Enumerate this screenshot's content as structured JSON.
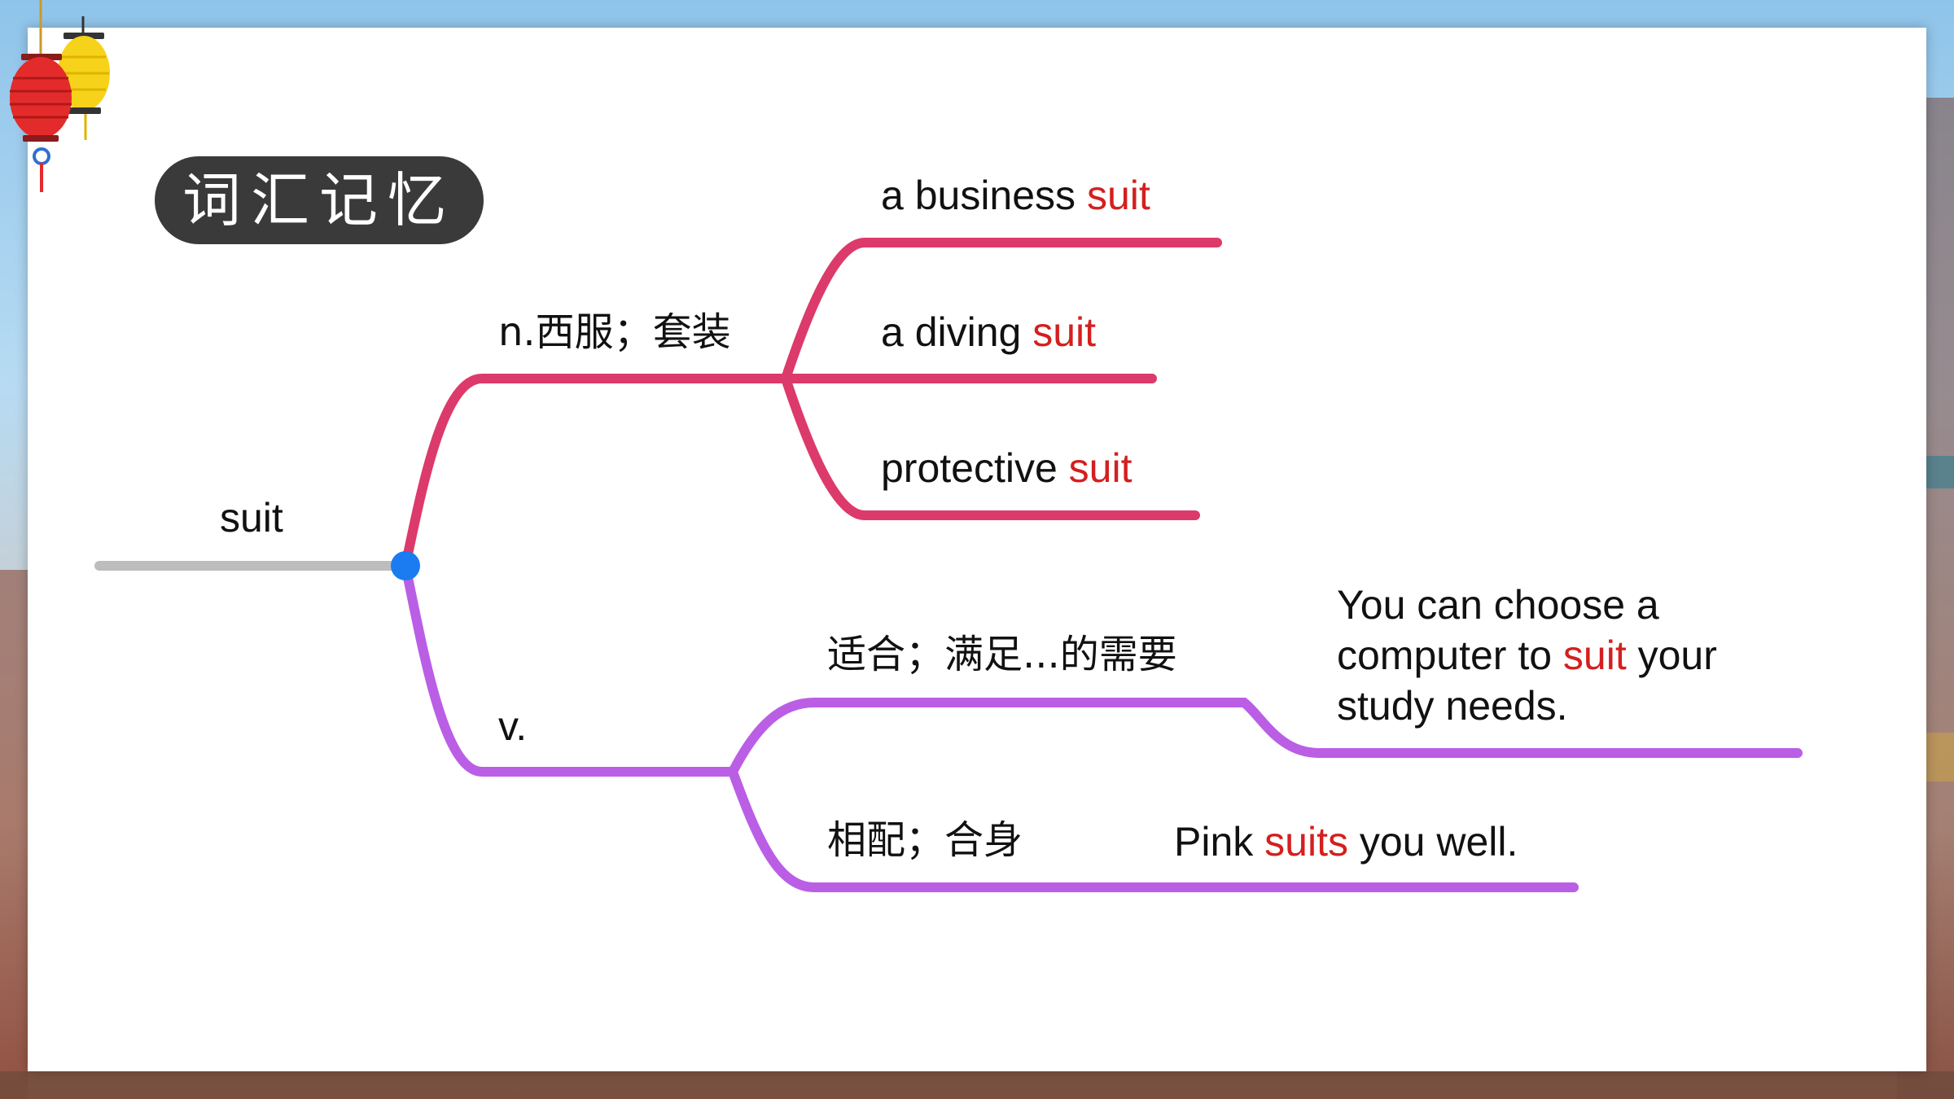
{
  "title": "词汇记忆",
  "root": {
    "word": "suit"
  },
  "branches": [
    {
      "label": "n.西服；套装",
      "color": "#dc3a6a",
      "children": [
        {
          "pre": "a business ",
          "word": "suit",
          "post": ""
        },
        {
          "pre": "a diving ",
          "word": "suit",
          "post": ""
        },
        {
          "pre": "protective ",
          "word": "suit",
          "post": ""
        }
      ]
    },
    {
      "label": "v.",
      "color": "#bb5ee6",
      "children": [
        {
          "label": "适合；满足...的需要",
          "example": {
            "pre": "You can choose a computer to ",
            "word": "suit",
            "post": " your study needs."
          }
        },
        {
          "label": "相配；合身",
          "example": {
            "pre": "Pink ",
            "word": "suits",
            "post": " you well."
          }
        }
      ]
    }
  ],
  "colors": {
    "root_line": "#bdbdbd",
    "root_node": "#1a7cf0",
    "highlight": "#d41f1f"
  }
}
